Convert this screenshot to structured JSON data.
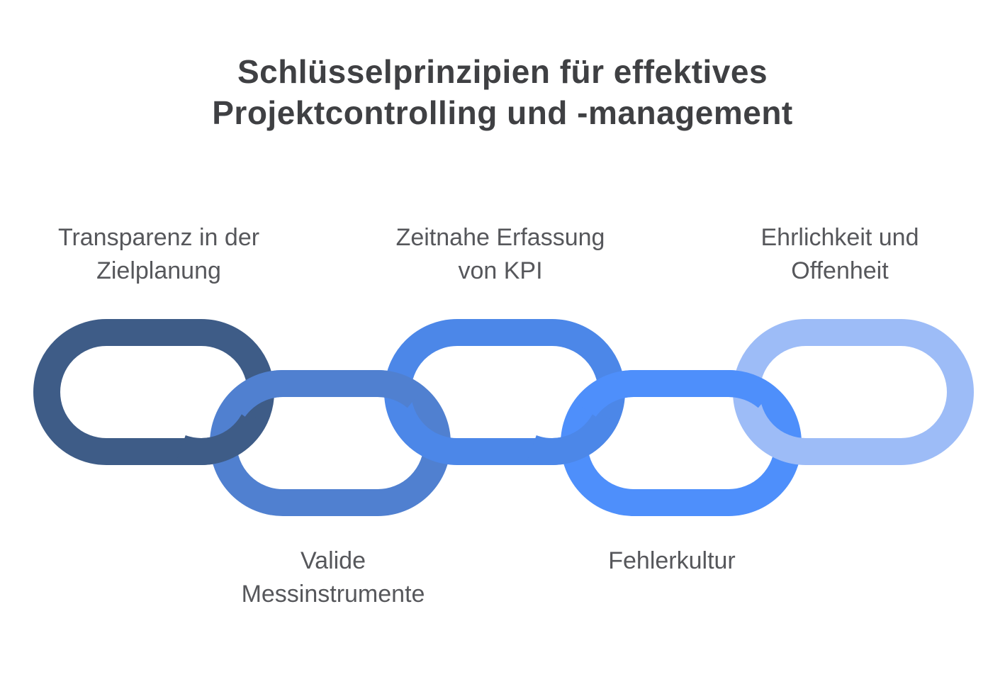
{
  "title": {
    "text": "Schlüsselprinzipien für effektives\nProjektcontrolling und -management"
  },
  "principles": [
    {
      "label": "Transparenz in der\nZielplanung",
      "color": "#3E5C87",
      "row": "top"
    },
    {
      "label": "Valide\nMessinstrumente",
      "color": "#5080D0",
      "row": "bottom"
    },
    {
      "label": "Zeitnahe Erfassung\nvon KPI",
      "color": "#4C87E8",
      "row": "top"
    },
    {
      "label": "Fehlerkultur",
      "color": "#4E8FFB",
      "row": "bottom"
    },
    {
      "label": "Ehrlichkeit und\nOffenheit",
      "color": "#9DBCF7",
      "row": "top"
    }
  ],
  "colors": {
    "background": "#FFFFFF",
    "title_text": "#3F4043",
    "label_text": "#56575B"
  }
}
